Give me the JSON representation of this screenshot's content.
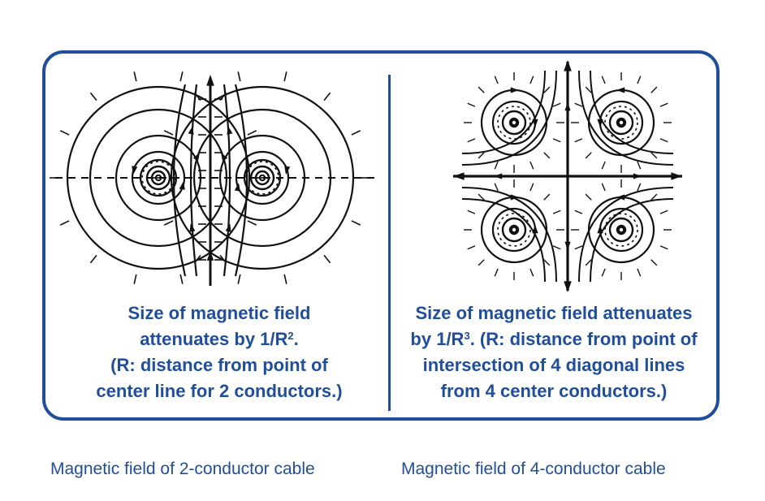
{
  "panels": [
    {
      "description_lines": [
        {
          "text": "Size of magnetic field"
        },
        {
          "text": "attenuates by 1/R",
          "sup": "2",
          "after": "."
        },
        {
          "text": "(R: distance from point of"
        },
        {
          "text": "center line for 2 conductors.)"
        }
      ],
      "caption": "Magnetic field of 2-conductor cable"
    },
    {
      "description_lines": [
        {
          "text": "Size of magnetic field attenuates"
        },
        {
          "text": "by 1/R",
          "sup": "3",
          "after": ". (R: distance from point of"
        },
        {
          "text": "intersection of 4 diagonal lines"
        },
        {
          "text": "from 4 center conductors.)"
        }
      ],
      "caption": "Magnetic field of 4-conductor cable"
    }
  ],
  "colors": {
    "accent": "#1f4e9a",
    "ink": "#111111"
  },
  "icons": {
    "figure_left": "two-conductor-field-diagram",
    "figure_right": "four-conductor-field-diagram"
  }
}
